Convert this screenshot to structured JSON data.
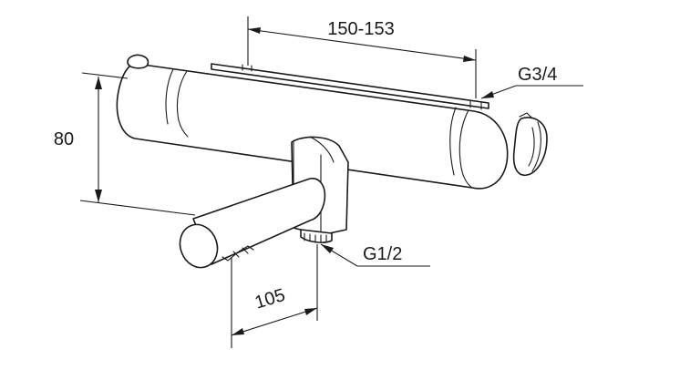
{
  "dimensions": {
    "width_range": "150-153",
    "height": "80",
    "spout_offset": "105"
  },
  "connections": {
    "inlet_thread": "G3/4",
    "outlet_thread": "G1/2"
  }
}
